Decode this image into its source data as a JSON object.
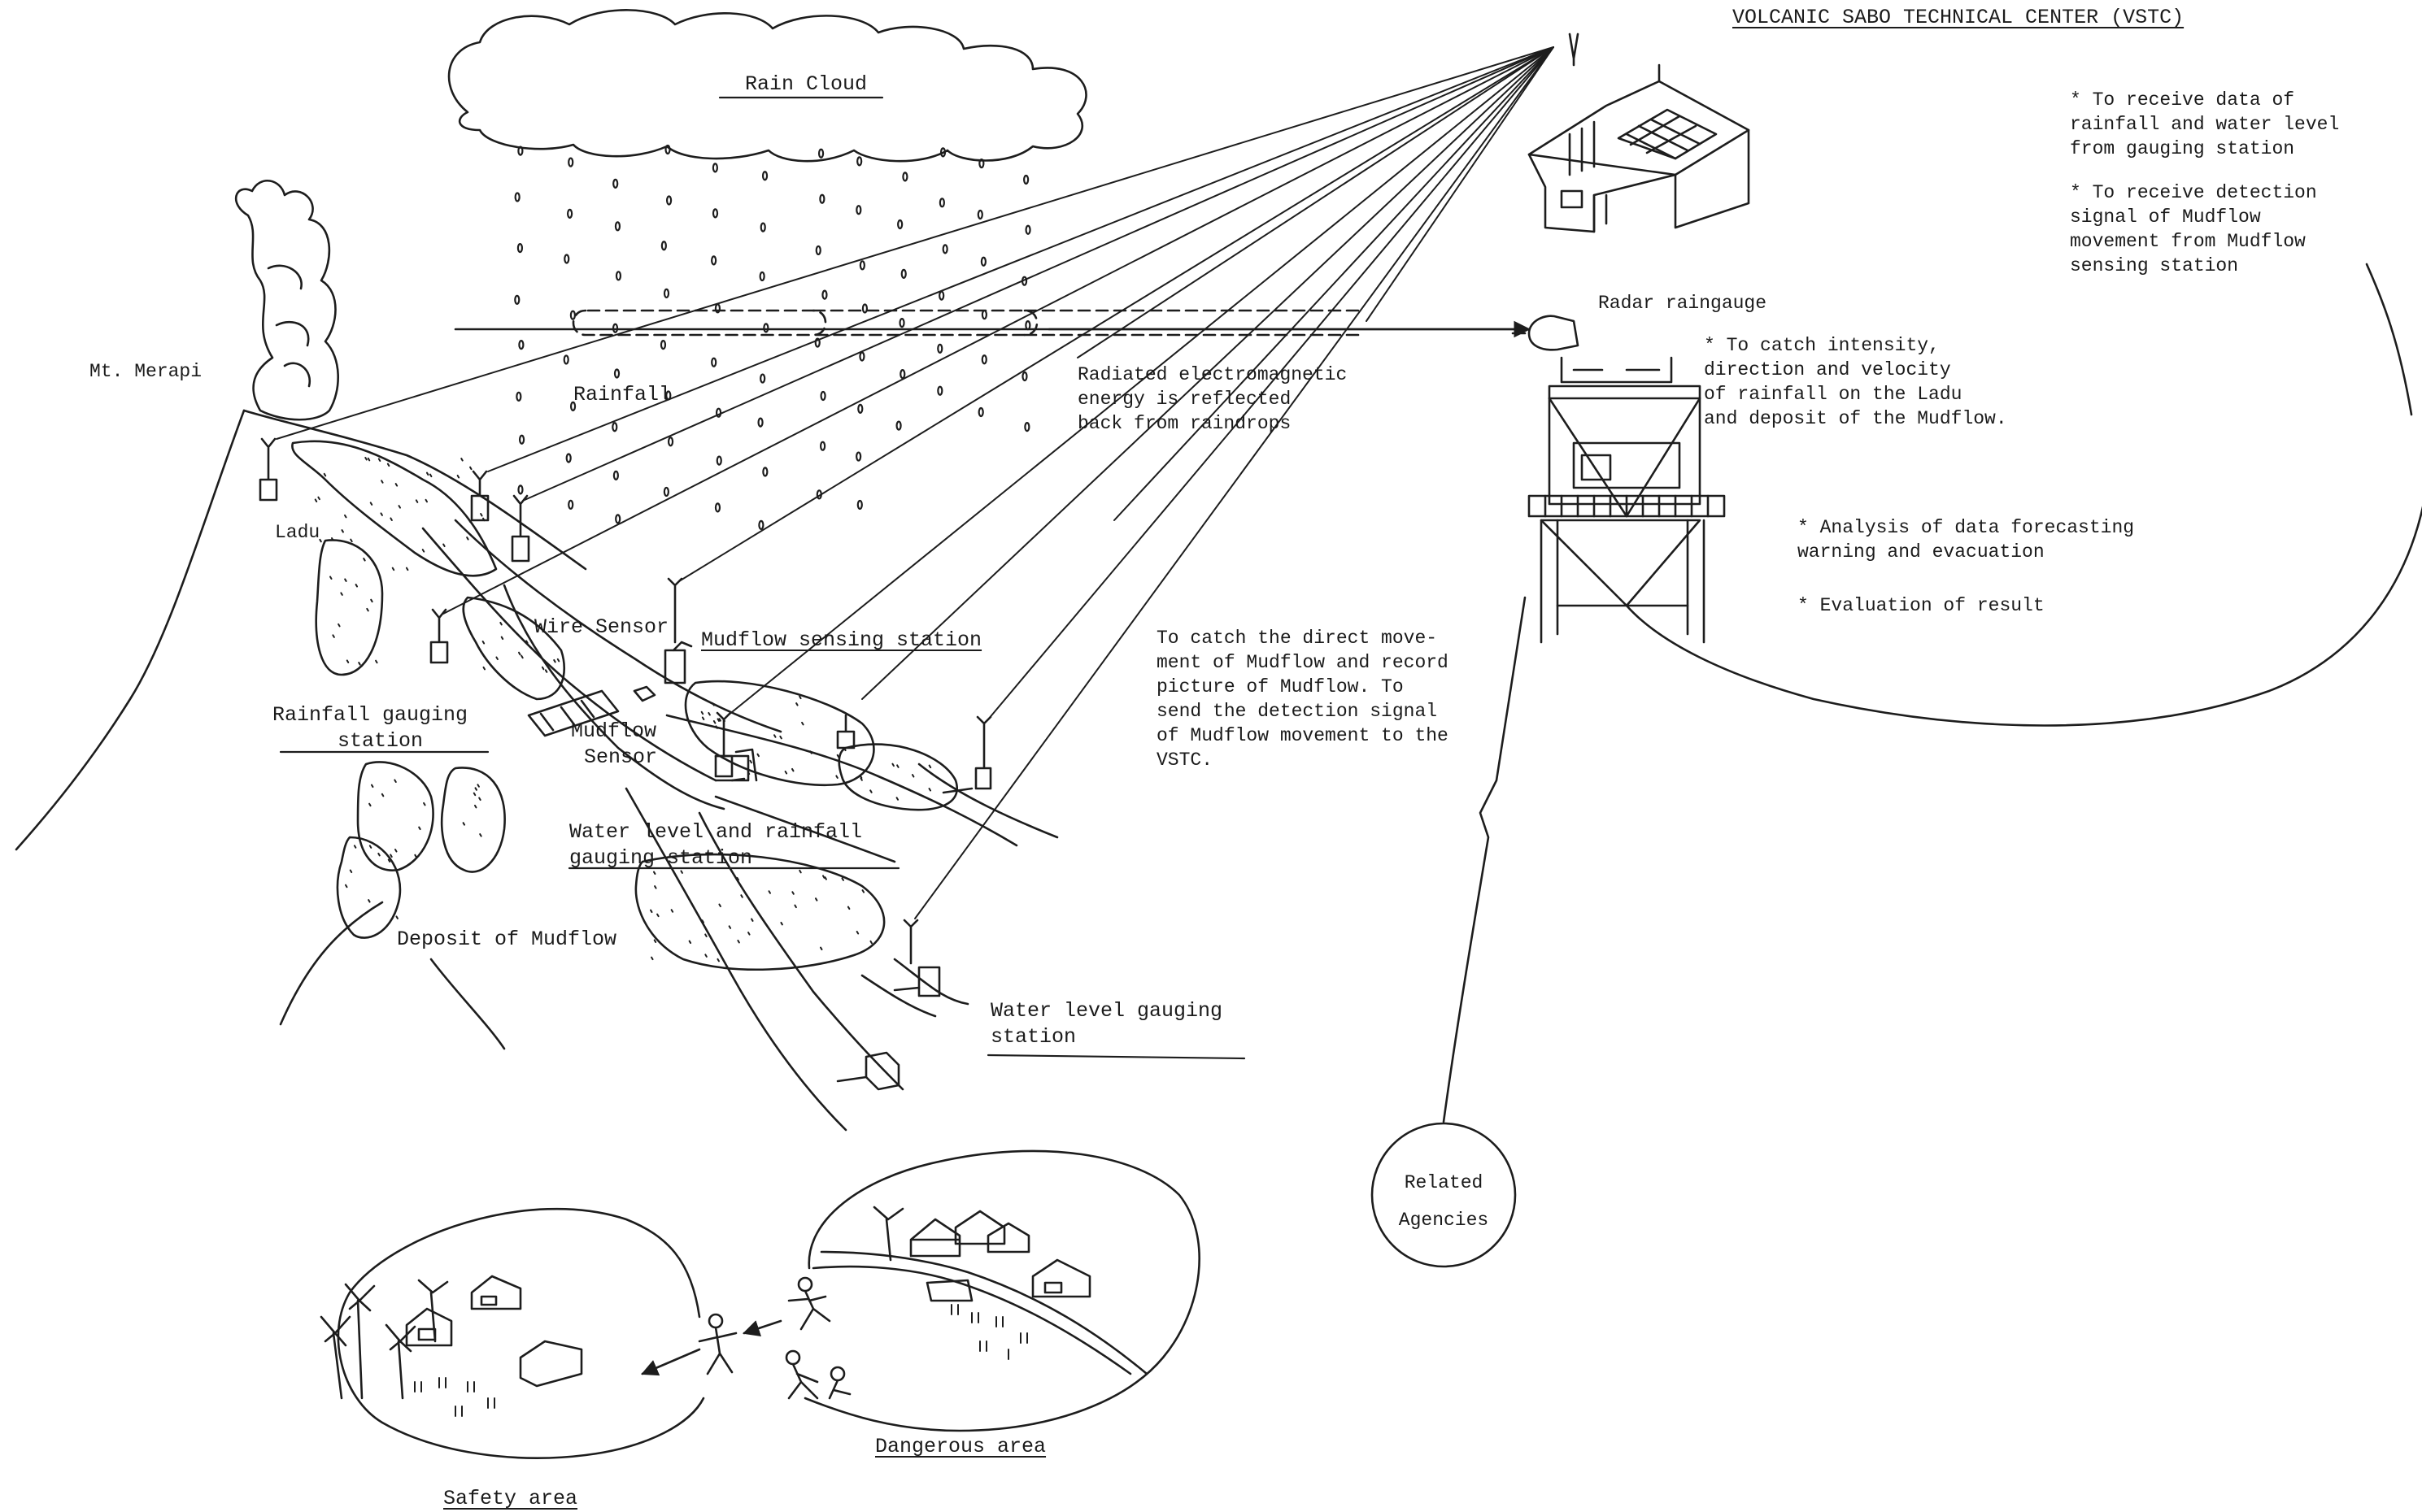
{
  "center": {
    "title": "VOLCANIC SABO TECHNICAL CENTER (VSTC)",
    "roles": [
      [
        "* To receive data of",
        "  rainfall and water level",
        "  from gauging station"
      ],
      [
        "* To receive detection",
        "  signal of Mudflow",
        "  movement from Mudflow",
        "  sensing station"
      ]
    ],
    "analysis": [
      "* Analysis of data forecasting",
      "  warning and evacuation"
    ],
    "evaluation": "* Evaluation of result"
  },
  "radar": {
    "label": "Radar raingauge",
    "notes": [
      "* To catch intensity,",
      "  direction and velocity",
      "  of rainfall on the Ladu",
      "  and deposit of the Mudflow."
    ]
  },
  "cloud": "Rain Cloud",
  "rainfall": "Rainfall",
  "radiated": [
    "Radiated electromagnetic",
    "energy is reflected",
    "back from raindrops"
  ],
  "volcano": "Mt. Merapi",
  "ladu": "Ladu",
  "stations": {
    "wire_sensor": "Wire Sensor",
    "mudflow_sensing": "Mudflow sensing station",
    "mudflow_sensor": [
      "Mudflow",
      "Sensor"
    ],
    "rainfall_gauging": [
      "Rainfall gauging",
      "station"
    ],
    "water_rainfall": [
      "Water level and rainfall",
      "gauging station"
    ],
    "deposit": "Deposit of Mudflow",
    "water_level": [
      "Water level gauging",
      "station"
    ]
  },
  "mudflow_note": [
    "To catch the direct move-",
    "ment of Mudflow and record",
    "picture of Mudflow. To",
    "send the detection signal",
    "of Mudflow movement to the",
    "VSTC."
  ],
  "agencies": [
    "Related",
    "Agencies"
  ],
  "areas": {
    "dangerous": "Dangerous area",
    "safety": "Safety area"
  }
}
